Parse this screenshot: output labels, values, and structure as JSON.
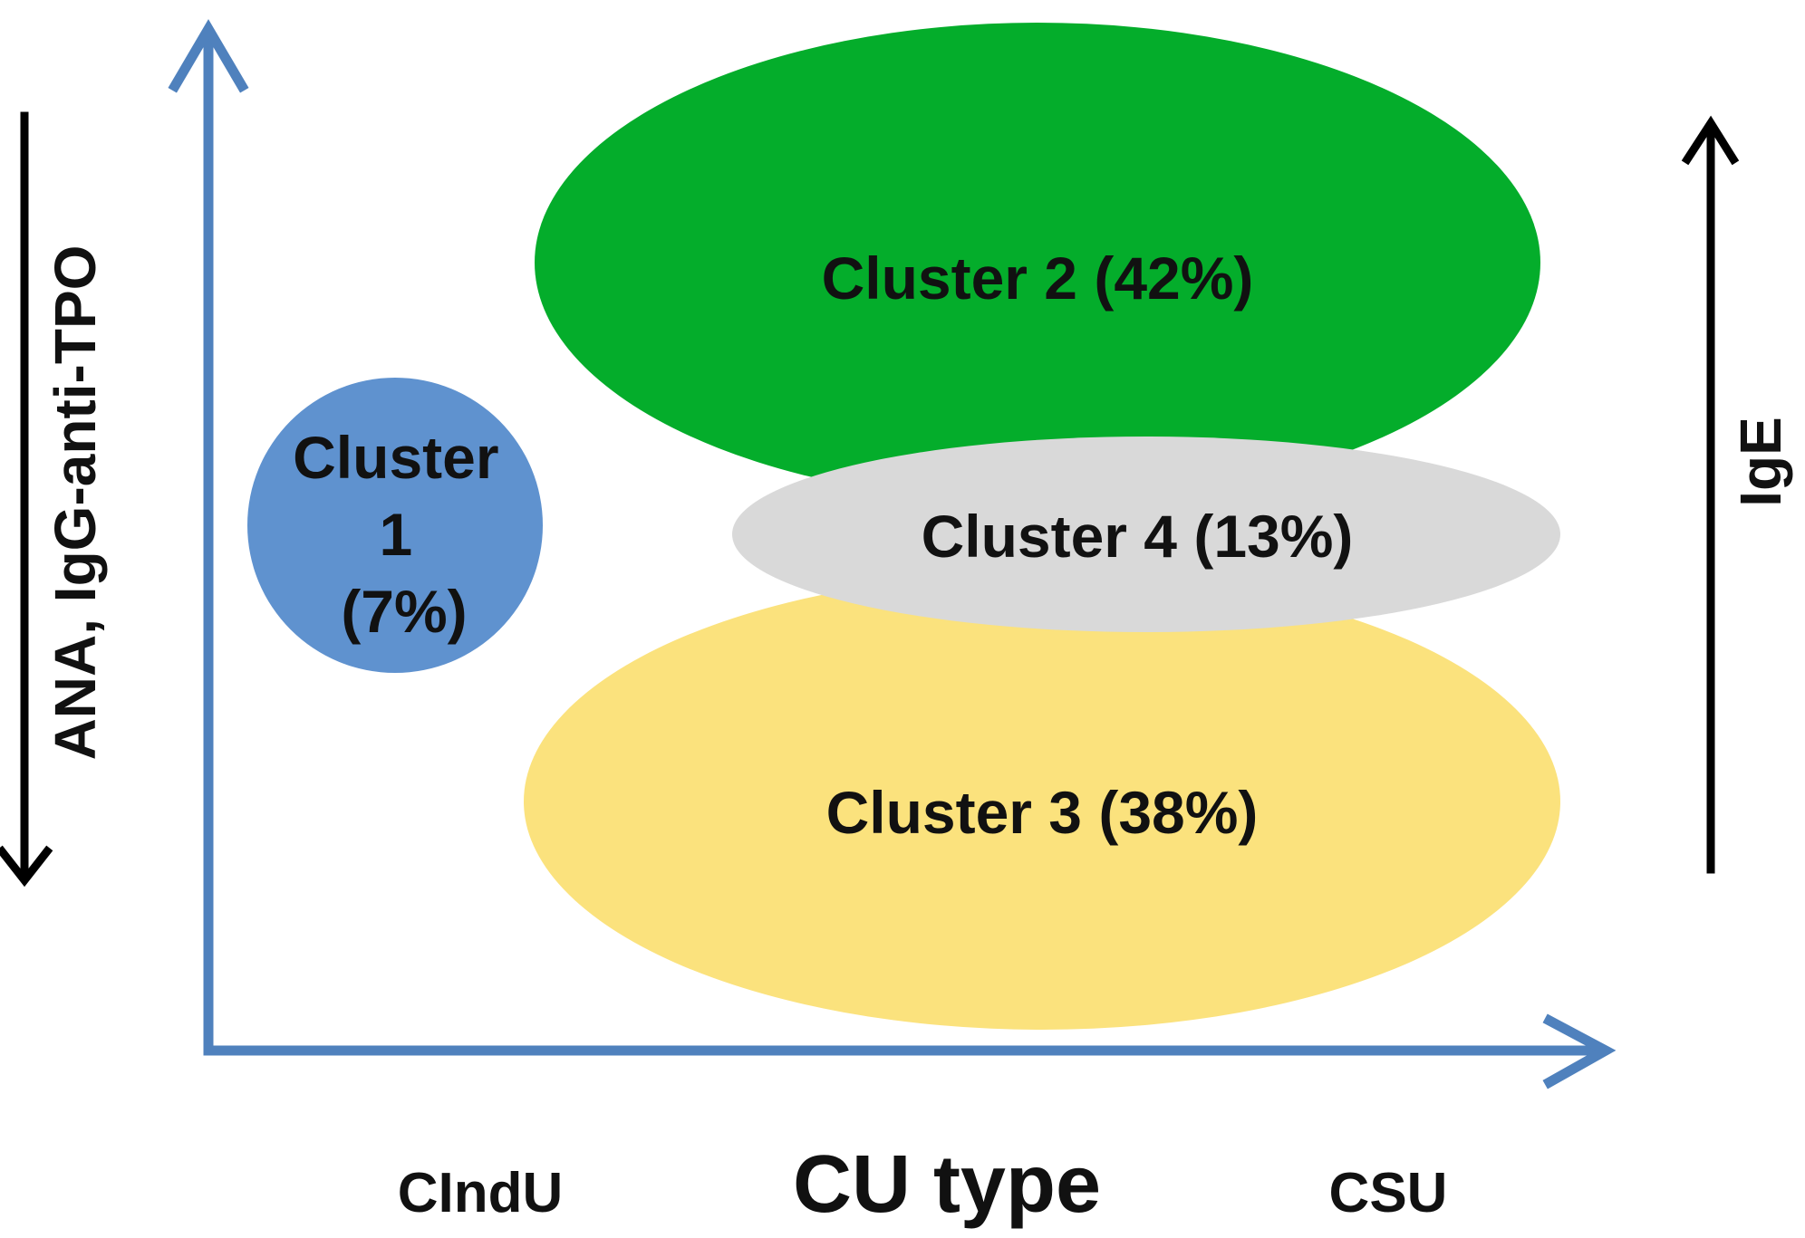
{
  "axes": {
    "x_label": "CU type",
    "x_left_label": "CIndU",
    "x_right_label": "CSU",
    "left_label": "ANA, IgG-anti-TPO",
    "right_label": "IgE"
  },
  "clusters": [
    {
      "id": "cluster-1",
      "lines": [
        "Cluster",
        "1",
        "(7%)"
      ],
      "color": "#5f92cf"
    },
    {
      "id": "cluster-2",
      "lines": [
        "Cluster 2  (42%)"
      ],
      "color": "#04ad2b"
    },
    {
      "id": "cluster-3",
      "lines": [
        "Cluster 3  (38%)"
      ],
      "color": "#fbe27d"
    },
    {
      "id": "cluster-4",
      "lines": [
        "Cluster 4  (13%)"
      ],
      "color": "#d9d9d9"
    }
  ],
  "colors": {
    "axis": "#4f81bd",
    "side_arrow": "#000000"
  }
}
